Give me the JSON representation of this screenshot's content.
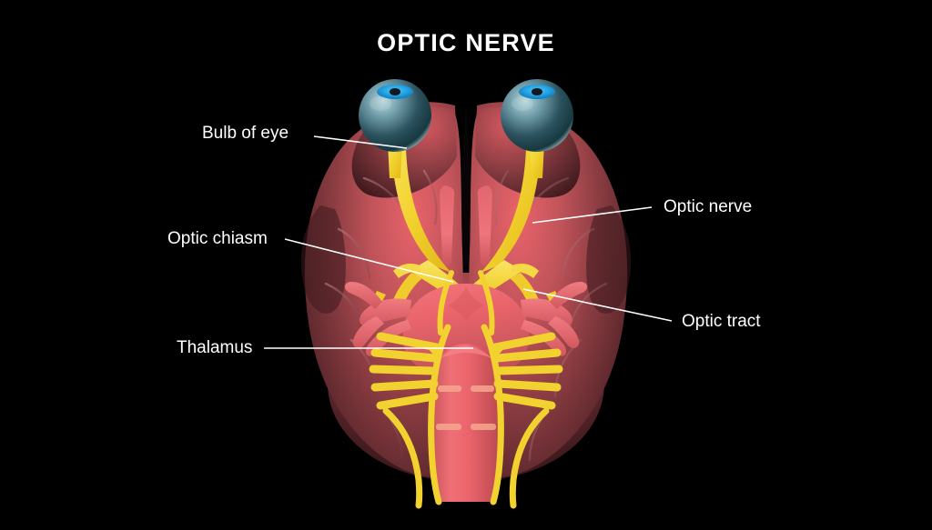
{
  "figure": {
    "title": "OPTIC NERVE",
    "background_color": "#000000",
    "title_color": "#ffffff",
    "leader_line_color": "#ffffff"
  },
  "labels": [
    {
      "id": "bulb-of-eye",
      "text": "Bulb of eye"
    },
    {
      "id": "optic-chiasm",
      "text": "Optic chiasm"
    },
    {
      "id": "thalamus",
      "text": "Thalamus"
    },
    {
      "id": "optic-nerve",
      "text": "Optic nerve"
    },
    {
      "id": "optic-tract",
      "text": "Optic tract"
    }
  ],
  "palette": {
    "brain_highlight": "#e9636a",
    "brain_mid": "#a9474c",
    "brain_dark": "#4a2025",
    "brain_edge": "#2a1013",
    "nerve_yellow": "#f2d22e",
    "nerve_yellow_deep": "#e8b81c",
    "eye_sclera_light": "#cfe2e6",
    "eye_sclera_dark": "#123038",
    "iris_blue": "#21a8e8",
    "pupil": "#101820",
    "vessel_pink": "#ef6e73",
    "stem_pink": "#e8656c"
  }
}
